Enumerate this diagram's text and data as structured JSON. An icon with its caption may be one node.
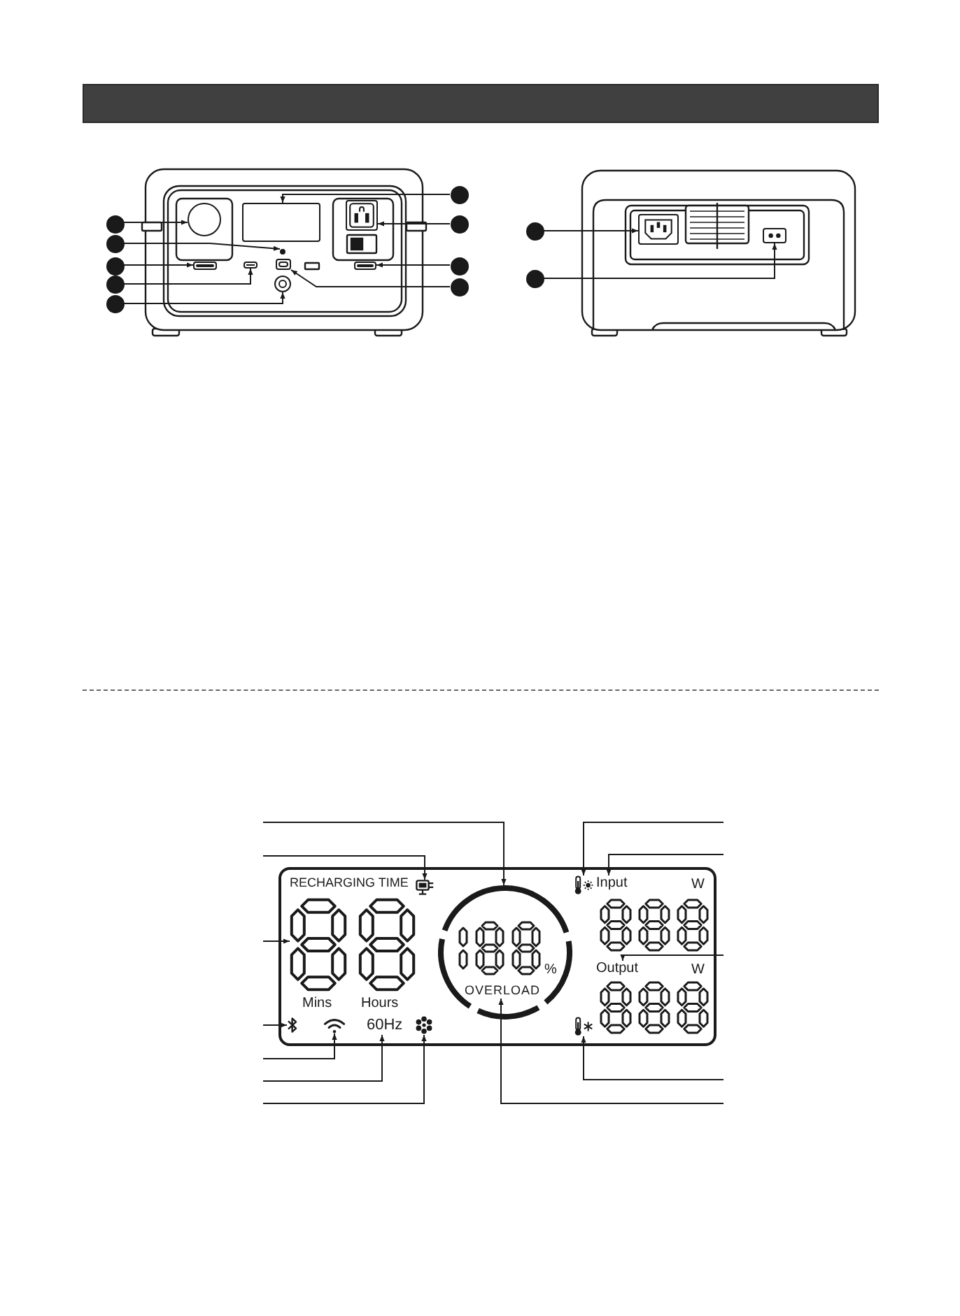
{
  "diagram": {
    "nodes": [
      {
        "text": [],
        "shape": "circle"
      },
      {
        "text": [],
        "shape": "circle"
      },
      {
        "text": [],
        "shape": "circle"
      },
      {
        "text": [],
        "shape": "circle"
      },
      {
        "text": [],
        "shape": "circle"
      },
      {
        "text": [],
        "shape": "circle"
      },
      {
        "text": [],
        "shape": "circle"
      },
      {
        "text": [],
        "shape": "circle"
      },
      {
        "text": [],
        "shape": "circle"
      },
      {
        "text": [],
        "shape": "circle"
      },
      {
        "text": [],
        "shape": "circle"
      },
      {
        "text": [],
        "shape": "box"
      },
      {
        "text": [],
        "shape": "box"
      },
      {
        "text": [],
        "shape": "circle"
      },
      {
        "text": [],
        "shape": "box"
      },
      {
        "text": [],
        "shape": "box"
      },
      {
        "text": [],
        "shape": "box"
      },
      {
        "text": [],
        "shape": "box"
      },
      {
        "text": [],
        "shape": "circle"
      },
      {
        "text": [],
        "shape": "circle"
      },
      {
        "text": [],
        "shape": "box"
      },
      {
        "text": [],
        "shape": "box"
      },
      {
        "text": [
          "RECHARGING TIME",
          "Mins",
          "Hours",
          "W",
          "W"
        ]
      },
      {
        "text": [
          "%"
        ],
        "in": 22
      },
      {
        "text": [],
        "shape": "picture",
        "in": 22
      },
      {
        "text": [],
        "shape": "picture",
        "in": 22
      },
      {
        "text": [],
        "shape": "picture",
        "in": 22
      },
      {
        "text": [],
        "shape": "picture",
        "in": 22
      },
      {
        "text": [
          "60Hz"
        ],
        "in": 22
      },
      {
        "text": [],
        "shape": "picture",
        "in": 22
      },
      {
        "text": [],
        "shape": "picture",
        "in": 22
      },
      {
        "text": [
          "Input"
        ],
        "in": 22
      },
      {
        "text": [
          "Output"
        ],
        "in": 22
      },
      {
        "text": [],
        "shape": "picture",
        "in": 22
      },
      {
        "text": [
          "OVERLOAD"
        ],
        "in": 23
      }
    ],
    "edges": [
      {
        "from": 0,
        "to": 9,
        "arrow": "to"
      },
      {
        "from": 1,
        "to": 10,
        "arrow": "to"
      },
      {
        "from": 2,
        "to": 11,
        "arrow": "to"
      },
      {
        "from": 3,
        "to": 12,
        "arrow": "to"
      },
      {
        "from": 4,
        "to": 13,
        "arrow": "to"
      },
      {
        "from": 5,
        "to": 14,
        "arrow": "to"
      },
      {
        "from": 6,
        "to": 15,
        "arrow": "to"
      },
      {
        "from": 7,
        "to": 16,
        "arrow": "to"
      },
      {
        "from": 8,
        "to": 17,
        "arrow": "to"
      },
      {
        "from": 18,
        "to": 20,
        "arrow": "to"
      },
      {
        "from": 19,
        "to": 21,
        "arrow": "to"
      },
      {
        "from": null,
        "to": 23,
        "arrow": "to"
      },
      {
        "from": null,
        "to": 24,
        "arrow": "to"
      },
      {
        "from": null,
        "to": 25,
        "arrow": "to"
      },
      {
        "from": null,
        "to": 26,
        "arrow": "to"
      },
      {
        "from": null,
        "to": 27,
        "arrow": "to"
      },
      {
        "from": null,
        "to": 28,
        "arrow": "to"
      },
      {
        "from": null,
        "to": 29,
        "arrow": "to"
      },
      {
        "from": null,
        "to": 30,
        "arrow": "to"
      },
      {
        "from": null,
        "to": 31,
        "arrow": "to"
      },
      {
        "from": null,
        "to": 32,
        "arrow": "to"
      },
      {
        "from": null,
        "to": 33,
        "arrow": "to"
      },
      {
        "from": null,
        "to": 34,
        "arrow": "to"
      }
    ]
  }
}
